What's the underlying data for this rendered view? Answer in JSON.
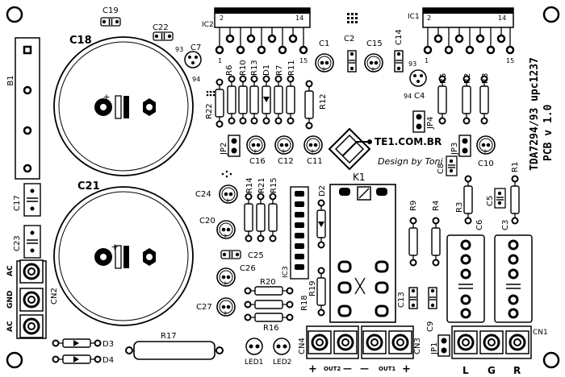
{
  "board": {
    "title_line1": "TDA7294/93 upc1237",
    "title_line2": "PCB v 1.0",
    "brand": "TE1.COM.BR",
    "signature": "Design by Toni"
  },
  "labels": {
    "B1": "B1",
    "C18": "C18",
    "C21": "C21",
    "C19": "C19",
    "C22": "C22",
    "C7": "C7",
    "n93a": "93",
    "n94a": "94",
    "IC2": "IC2",
    "IC1": "IC1",
    "ic2_p2": "2",
    "ic2_p14": "14",
    "ic2_p1": "1",
    "ic2_p15": "15",
    "ic1_p2": "2",
    "ic1_p14": "14",
    "ic1_p1": "1",
    "ic1_p15": "15",
    "C1": "C1",
    "C2": "C2",
    "C15": "C15",
    "C14": "C14",
    "n93b": "93",
    "n94b": "94",
    "C4": "C4",
    "R6": "R6",
    "R10": "R10",
    "R13": "R13",
    "D1": "D1",
    "R7": "R7",
    "R11": "R11",
    "R12": "R12",
    "R22": "R22",
    "R5": "R5",
    "R2": "R2",
    "R8": "R8",
    "JP4": "JP4",
    "JP2": "JP2",
    "JP3": "JP3",
    "C16": "C16",
    "C12": "C12",
    "C11": "C11",
    "C10": "C10",
    "C8": "C8",
    "R1": "R1",
    "K1": "K1",
    "R14": "R14",
    "R21": "R21",
    "R15": "R15",
    "D2": "D2",
    "C24": "C24",
    "C20": "C20",
    "C25": "C25",
    "C26": "C26",
    "C27": "C27",
    "IC3": "IC3",
    "R20": "R20",
    "R19": "R19",
    "R18": "R18",
    "R16": "R16",
    "R9": "R9",
    "R4": "R4",
    "R3": "R3",
    "C5": "C5",
    "C6": "C6",
    "C3": "C3",
    "C13": "C13",
    "C9": "C9",
    "JP1": "JP1",
    "C17": "C17",
    "C23": "C23",
    "CN2": "CN2",
    "AC1": "AC",
    "GND": "GND",
    "AC2": "AC",
    "R17": "R17",
    "D3": "D3",
    "D4": "D4",
    "LED1": "LED1",
    "LED2": "LED2",
    "CN4": "CN4",
    "CN3": "CN3",
    "CN1": "CN1",
    "out2": "OUT2",
    "out1": "OUT1",
    "plus": "+",
    "minus": "—",
    "L": "L",
    "G": "G",
    "R": "R"
  }
}
